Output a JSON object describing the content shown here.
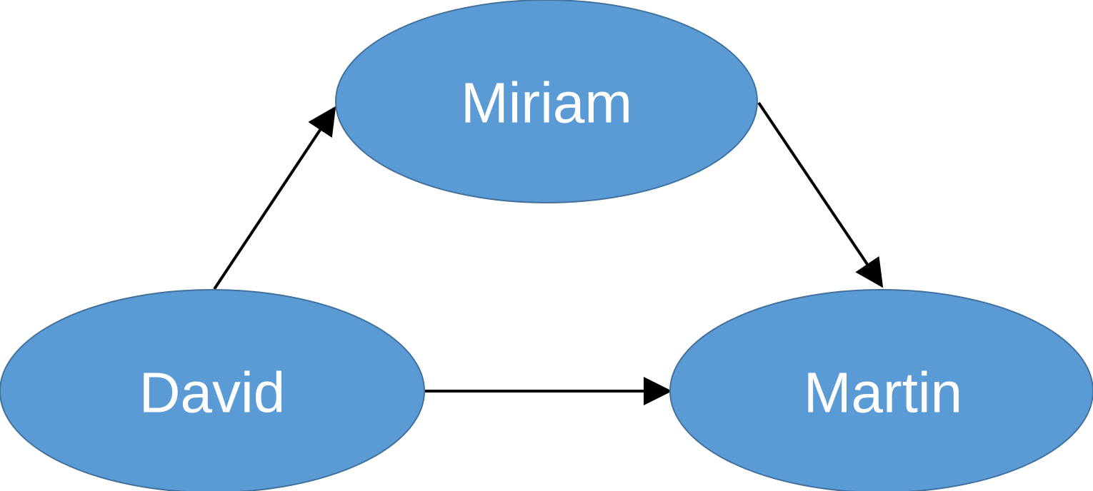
{
  "diagram": {
    "colors": {
      "node_fill": "#5b9bd5",
      "node_stroke": "#41719c",
      "node_text": "#ffffff",
      "edge": "#000000",
      "background": "#ffffff"
    },
    "nodes": {
      "miriam": {
        "label": "Miriam"
      },
      "david": {
        "label": "David"
      },
      "martin": {
        "label": "Martin"
      }
    },
    "edges": [
      {
        "from": "David",
        "to": "Miriam"
      },
      {
        "from": "Miriam",
        "to": "Martin"
      },
      {
        "from": "David",
        "to": "Martin"
      }
    ]
  }
}
